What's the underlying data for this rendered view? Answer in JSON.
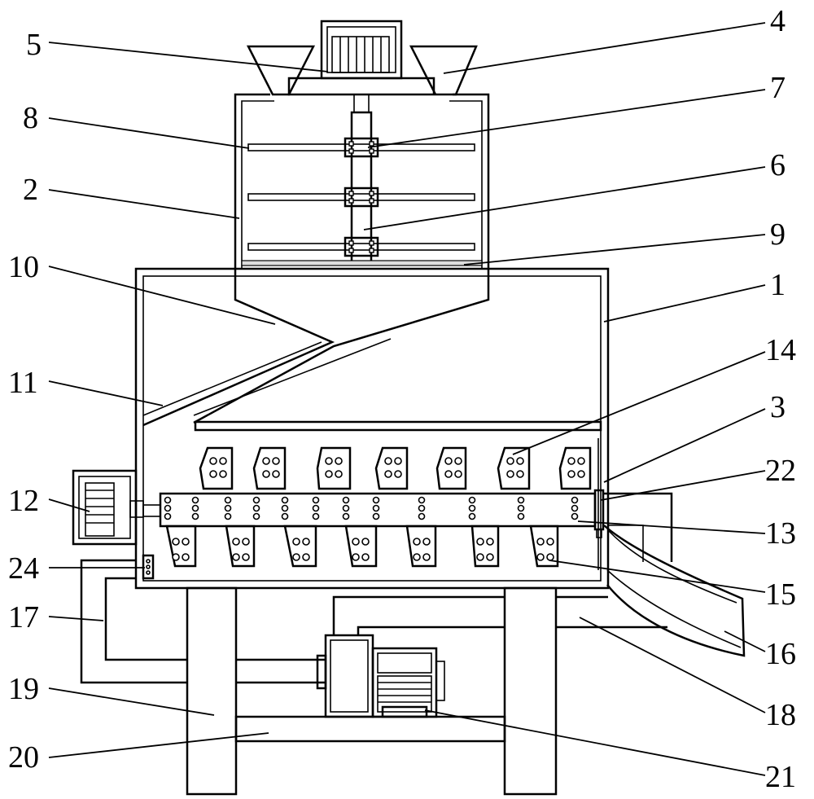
{
  "labels": [
    {
      "id": "1",
      "text": "1"
    },
    {
      "id": "2",
      "text": "2"
    },
    {
      "id": "3",
      "text": "3"
    },
    {
      "id": "4",
      "text": "4"
    },
    {
      "id": "5",
      "text": "5"
    },
    {
      "id": "6",
      "text": "6"
    },
    {
      "id": "7",
      "text": "7"
    },
    {
      "id": "8",
      "text": "8"
    },
    {
      "id": "9",
      "text": "9"
    },
    {
      "id": "10",
      "text": "10"
    },
    {
      "id": "11",
      "text": "11"
    },
    {
      "id": "12",
      "text": "12"
    },
    {
      "id": "13",
      "text": "13"
    },
    {
      "id": "14",
      "text": "14"
    },
    {
      "id": "15",
      "text": "15"
    },
    {
      "id": "16",
      "text": "16"
    },
    {
      "id": "17",
      "text": "17"
    },
    {
      "id": "18",
      "text": "18"
    },
    {
      "id": "19",
      "text": "19"
    },
    {
      "id": "20",
      "text": "20"
    },
    {
      "id": "21",
      "text": "21"
    },
    {
      "id": "22",
      "text": "22"
    },
    {
      "id": "24",
      "text": "24"
    }
  ]
}
